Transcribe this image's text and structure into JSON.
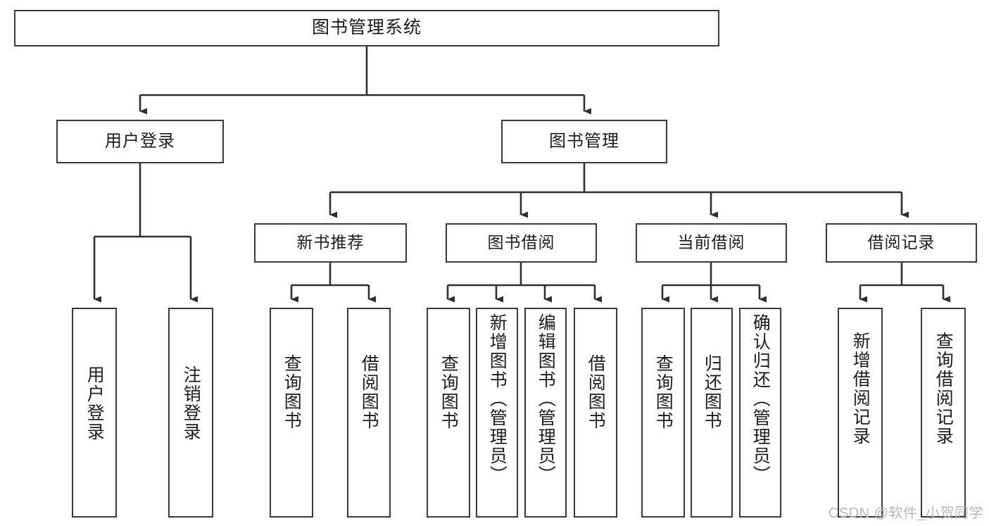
{
  "diagram": {
    "type": "tree",
    "title": "图书管理系统",
    "orientation": "top-down",
    "colors": {
      "box_border": "#3a3a3a",
      "box_fill": "#ffffff",
      "link": "#2e2e2e",
      "text": "#1d1d1d",
      "watermark": "#b9b9b9"
    },
    "root": {
      "label": "图书管理系统"
    },
    "level2": [
      {
        "label": "用户登录"
      },
      {
        "label": "图书管理"
      }
    ],
    "level3": [
      {
        "label": "新书推荐"
      },
      {
        "label": "图书借阅"
      },
      {
        "label": "当前借阅"
      },
      {
        "label": "借阅记录"
      }
    ],
    "leaves": {
      "user_login": [
        {
          "label": "用户登录"
        },
        {
          "label": "注销登录"
        }
      ],
      "new_book_recommend": [
        {
          "label": "查询图书"
        },
        {
          "label": "借阅图书"
        }
      ],
      "book_borrow": [
        {
          "label": "查询图书"
        },
        {
          "label": "新增图书（管理员）"
        },
        {
          "label": "编辑图书（管理员）"
        },
        {
          "label": "借阅图书"
        }
      ],
      "current_borrow": [
        {
          "label": "查询图书"
        },
        {
          "label": "归还图书"
        },
        {
          "label": "确认归还（管理员）"
        }
      ],
      "borrow_record": [
        {
          "label": "新增借阅记录"
        },
        {
          "label": "查询借阅记录"
        }
      ]
    }
  },
  "watermark": {
    "text": "CSDN @软件_小贺同学"
  }
}
